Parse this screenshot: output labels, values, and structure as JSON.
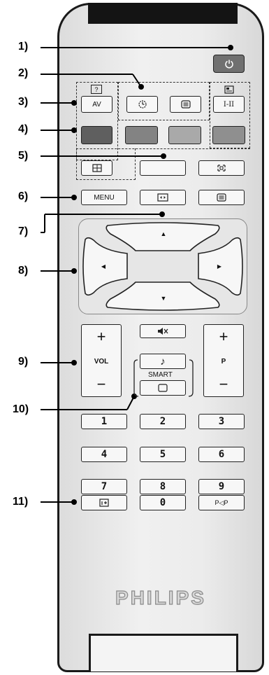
{
  "callouts": [
    "1)",
    "2)",
    "3)",
    "4)",
    "5)",
    "6)",
    "7)",
    "8)",
    "9)",
    "10)",
    "11)"
  ],
  "buttons": {
    "av": "AV",
    "help_icon": "?",
    "dual": "I-II",
    "menu": "MENU",
    "vol": "VOL",
    "prog": "P",
    "smart": "SMART",
    "pp": "P◁P",
    "plus": "+",
    "minus": "−",
    "up": "▲",
    "down": "▼",
    "left": "◀",
    "right": "▶",
    "note": "♪"
  },
  "digits": [
    "1",
    "2",
    "3",
    "4",
    "5",
    "6",
    "7",
    "8",
    "9",
    "0"
  ],
  "brand": "PHILIPS",
  "colors": {
    "red": "#5f5f5f",
    "green": "#838383",
    "yellow": "#a9a9a9",
    "blue": "#8f8f8f"
  }
}
